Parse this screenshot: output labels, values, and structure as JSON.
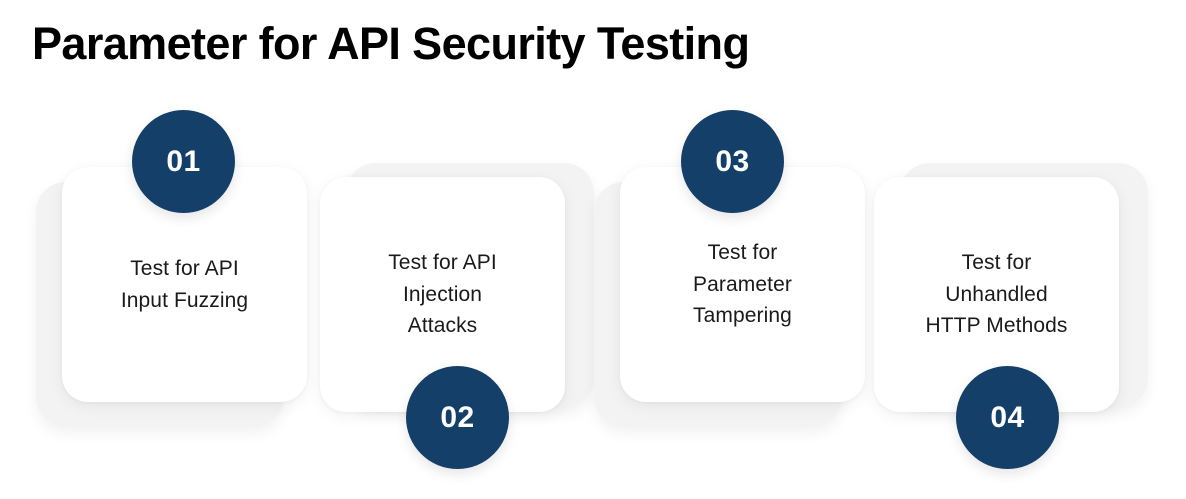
{
  "title": "Parameter for API Security Testing",
  "theme": {
    "background": "#ffffff",
    "badge_color": "#143f69",
    "badge_text_color": "#ffffff",
    "card_color": "#ffffff",
    "ghost_card_color": "#f3f3f3",
    "body_text_color": "#1a1a1a",
    "title_color": "#000000"
  },
  "steps": [
    {
      "number": "01",
      "label": "Test for API\nInput Fuzzing",
      "badge_position": "top",
      "shadow_offset": "down-left"
    },
    {
      "number": "02",
      "label": "Test for API\nInjection\nAttacks",
      "badge_position": "bottom",
      "shadow_offset": "up-right"
    },
    {
      "number": "03",
      "label": "Test for\nParameter\nTampering",
      "badge_position": "top",
      "shadow_offset": "down-left"
    },
    {
      "number": "04",
      "label": "Test for\nUnhandled\nHTTP Methods",
      "badge_position": "bottom",
      "shadow_offset": "up-right"
    }
  ]
}
